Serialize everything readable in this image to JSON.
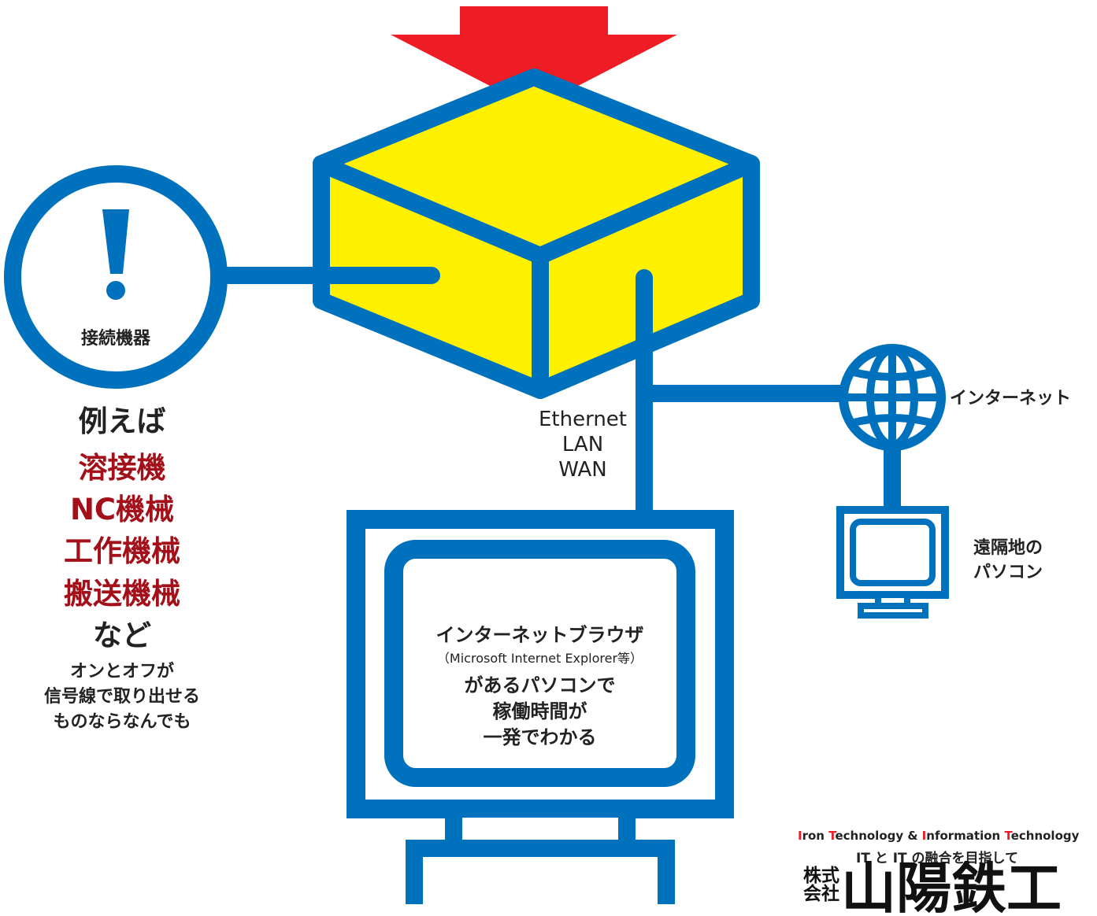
{
  "colors": {
    "line_blue": "#0071bc",
    "box_yellow": "#fff100",
    "arrow_red": "#ee1c25",
    "example_red": "#a3101a",
    "text_dark": "#222222"
  },
  "device": {
    "label": "接続機器",
    "icon": "exclamation-icon"
  },
  "examples": {
    "intro": "例えば",
    "items": [
      "溶接機",
      "NC機械",
      "工作機械",
      "搬送機械"
    ],
    "suffix": "など",
    "note": [
      "オンとオフが",
      "信号線で取り出せる",
      "ものならなんでも"
    ]
  },
  "network": {
    "lines": [
      "Ethernet",
      "LAN",
      "WAN"
    ]
  },
  "internet": {
    "label": "インターネット",
    "icon": "globe-icon"
  },
  "remote_pc": {
    "label": [
      "遠隔地の",
      "パソコン"
    ],
    "icon": "computer-icon"
  },
  "monitor": {
    "line1": "インターネットブラウザ",
    "line2": "（Microsoft Internet Explorer等）",
    "line3": "があるパソコンで",
    "line4": "稼働時間が",
    "line5": "一発でわかる"
  },
  "branding": {
    "tagline1": {
      "parts": [
        {
          "initial": "I",
          "rest": "ron "
        },
        {
          "initial": "T",
          "rest": "echnology & "
        },
        {
          "initial": "I",
          "rest": "nformation "
        },
        {
          "initial": "T",
          "rest": "echnology"
        }
      ]
    },
    "tagline2": "IT と IT の融合を目指して",
    "company_prefix_top": "株式",
    "company_prefix_bottom": "会社",
    "company_name": "山陽鉄工"
  }
}
